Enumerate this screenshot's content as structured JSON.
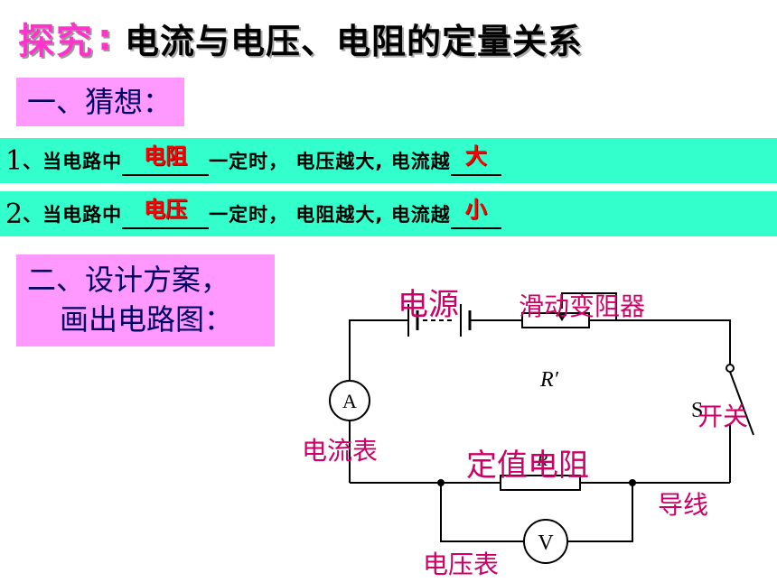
{
  "title": {
    "highlight": "探究",
    "colon": ":",
    "main": "电流与电压、电阻的定量关系"
  },
  "section1": {
    "heading": "一、猜想："
  },
  "hypotheses": [
    {
      "num": "1",
      "pre": "、当电路中",
      "answer1": "电阻",
      "mid": "一定时，  电压越大, 电流越",
      "answer2": "大"
    },
    {
      "num": "2",
      "pre": "、当电路中",
      "answer1": "电压",
      "mid": "一定时，  电阻越大, 电流越",
      "answer2": "小"
    }
  ],
  "section2": {
    "line1": "二、设计方案，",
    "line2": "画出电路图："
  },
  "circuit": {
    "labels": {
      "power_source": "电源",
      "rheostat": "滑动变阻器",
      "rheostat_symbol": "R′",
      "switch_symbol": "S",
      "switch": "开关",
      "ammeter": "电流表",
      "ammeter_symbol": "A",
      "resistor": "定值电阻",
      "resistor_symbol": "R",
      "wire": "导线",
      "voltmeter": "电压表",
      "voltmeter_symbol": "V"
    },
    "label_color": "#cc0066"
  },
  "colors": {
    "title_accent": "#ff33cc",
    "pink_box": "#ff99ff",
    "band": "#33ffcc",
    "answer": "#ff0000"
  }
}
